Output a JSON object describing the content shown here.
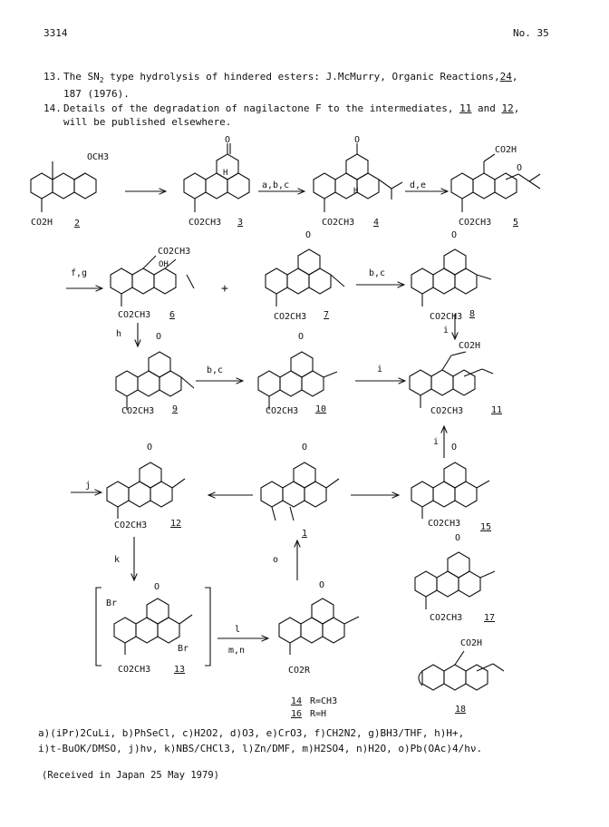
{
  "header": {
    "page_number": "3314",
    "issue": "No. 35"
  },
  "references": [
    {
      "num": "13.",
      "line1": "The SN",
      "sub": "2",
      "line1b": " type hydrolysis of hindered esters: J.McMurry, Organic Reactions,",
      "vol": "24",
      "line2": "187 (1976)."
    },
    {
      "num": "14.",
      "line1": "Details of the degradation of nagilactone F to the intermediates, ",
      "c1": "11",
      "mid": " and ",
      "c2": "12",
      "end": ",",
      "line2": "will be published elsewhere."
    }
  ],
  "scheme": {
    "ome": "OCH3",
    "co2h": "CO2H",
    "co2ch3": "CO2CH3",
    "co2r": "CO2R",
    "oh": "OH",
    "h": "H",
    "o": "O",
    "br": "Br",
    "compounds": [
      "2",
      "3",
      "4",
      "5",
      "6",
      "7",
      "8",
      "9",
      "10",
      "11",
      "12",
      "1",
      "15",
      "17",
      "13",
      "14",
      "16",
      "18"
    ],
    "arrows": [
      "a,b,c",
      "d,e",
      "f,g",
      "b,c",
      "h",
      "b,c",
      "i",
      "i",
      "i",
      "j",
      "k",
      "o",
      "l",
      "m,n"
    ],
    "plus": "+",
    "r_labels": [
      "R=CH3",
      "R=H"
    ]
  },
  "footnote": {
    "line1": "a)(iPr)2CuLi, b)PhSeCl, c)H2O2, d)O3, e)CrO3, f)CH2N2, g)BH3/THF, h)H+,",
    "line2": "i)t-BuOK/DMSO, j)hν, k)NBS/CHCl3, l)Zn/DMF, m)H2SO4, n)H2O, o)Pb(OAc)4/hν."
  },
  "received": "(Received in Japan 25 May 1979)"
}
